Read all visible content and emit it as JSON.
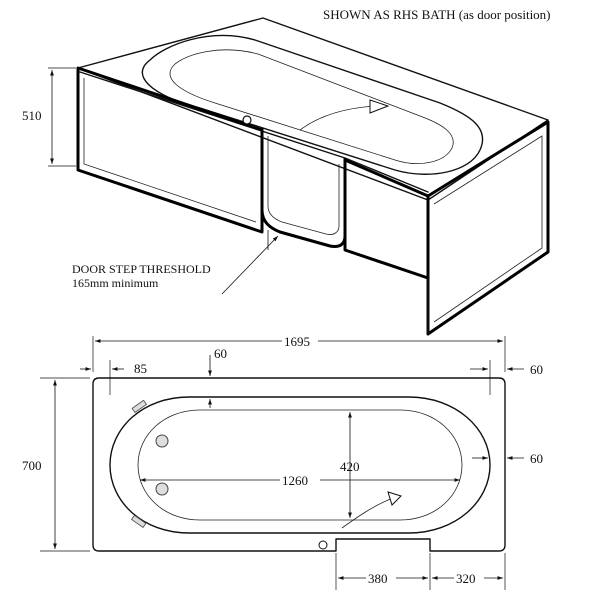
{
  "header": {
    "note": "SHOWN AS RHS BATH (as door position)"
  },
  "iso_view": {
    "height_label": "510",
    "callout_line1": "DOOR STEP THRESHOLD",
    "callout_line2": "165mm minimum"
  },
  "plan_view": {
    "overall_length": "1695",
    "overall_width": "700",
    "rim_left": "85",
    "rim_top": "60",
    "rim_right_top": "60",
    "rim_right_mid": "60",
    "inner_length": "1260",
    "inner_width": "420",
    "door_width": "380",
    "door_offset": "320"
  }
}
